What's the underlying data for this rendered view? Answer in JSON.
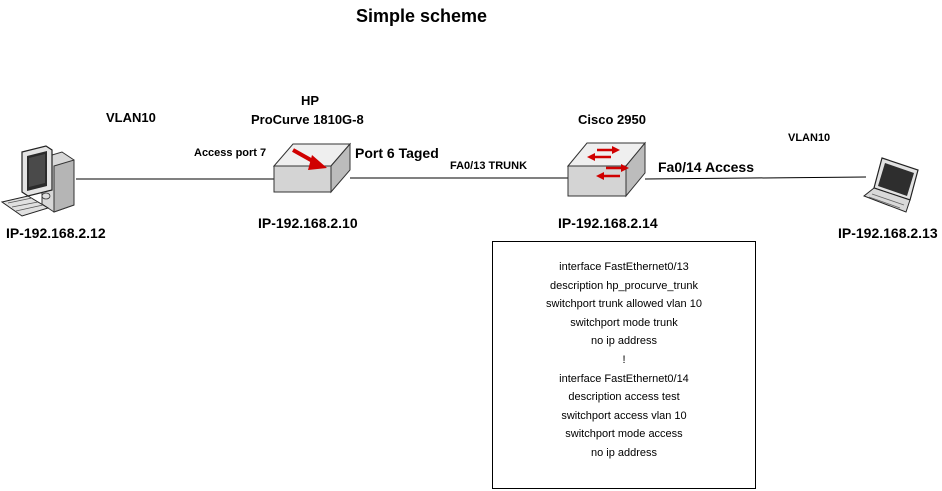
{
  "title": "Simple scheme",
  "colors": {
    "router_arrow": "#d00000",
    "device_body": "#e8e8e8",
    "line": "#000000"
  },
  "devices": {
    "pc": {
      "icon": "desktop-computer-icon",
      "ip": "IP-192.168.2.12",
      "vlan": "VLAN10"
    },
    "hp": {
      "icon": "switch-icon",
      "brand": "HP",
      "model": "ProCurve 1810G-8",
      "ip": "IP-192.168.2.10",
      "port_left": "Access port 7",
      "port_right": "Port 6 Taged"
    },
    "cisco": {
      "icon": "switch-icon",
      "model": "Cisco 2950",
      "ip": "IP-192.168.2.14",
      "port_left": "FA0/13 TRUNK",
      "port_right": "Fa0/14 Access"
    },
    "laptop": {
      "icon": "laptop-icon",
      "ip": "IP-192.168.2.13",
      "vlan": "VLAN10"
    }
  },
  "config": {
    "lines": [
      "interface FastEthernet0/13",
      "description hp_procurve_trunk",
      "switchport trunk allowed vlan 10",
      "switchport mode trunk",
      "no ip address",
      "!",
      "interface FastEthernet0/14",
      "description access test",
      "switchport access vlan 10",
      "switchport mode access",
      "no ip address"
    ]
  }
}
